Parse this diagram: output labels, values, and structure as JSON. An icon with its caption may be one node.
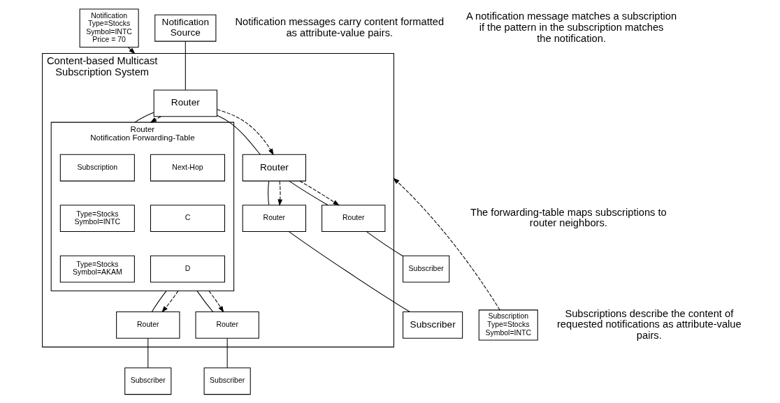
{
  "diagram": {
    "nodes": [
      {
        "text": [
          "Notification Type=Stocks Symbol=INTC Price = 70"
        ]
      },
      {
        "text": [
          "Notification Source"
        ]
      },
      {
        "text": [
          "Content-based Multicast Subscription System"
        ]
      },
      {
        "text": [
          "Router"
        ],
        "in": 2
      },
      {
        "text": [
          "Router"
        ],
        "in": 2
      },
      {
        "text": [
          "Router",
          "Notification Forwarding-Table"
        ],
        "in": 2
      },
      {
        "text": [
          "Subscription"
        ],
        "in": 5
      },
      {
        "text": [
          "Next-Hop"
        ],
        "in": 5
      },
      {
        "text": [
          "Type=Stocks Symbol=INTC"
        ],
        "in": 5
      },
      {
        "text": [
          "C"
        ],
        "in": 5
      },
      {
        "text": [
          "Type=Stocks Symbol=AKAM"
        ],
        "in": 5
      },
      {
        "text": [
          "D"
        ],
        "in": 5
      },
      {
        "text": [
          "Router"
        ],
        "in": 2
      },
      {
        "text": [
          "Router"
        ],
        "in": 2
      },
      {
        "text": [
          "Router"
        ],
        "in": 2
      },
      {
        "text": [
          "Router"
        ],
        "in": 2
      },
      {
        "text": [
          "Subscription Type=Stocks Symbol=INTC"
        ]
      },
      {
        "text": [
          "Subscriber"
        ]
      },
      {
        "text": [
          "Subscriber"
        ]
      },
      {
        "text": [
          "Subscriber"
        ]
      },
      {
        "text": [
          "Subscriber"
        ]
      }
    ],
    "edges": [
      {
        "from": 0,
        "to": 2,
        "arrow": "to",
        "style": "dashed"
      },
      {
        "from": 1,
        "to": 3,
        "arrow": "none"
      },
      {
        "from": 3,
        "to": 4,
        "arrow": "none"
      },
      {
        "from": 3,
        "to": 4,
        "arrow": "to",
        "style": "dashed"
      },
      {
        "from": 3,
        "to": 5,
        "arrow": "none"
      },
      {
        "from": 3,
        "to": 5,
        "arrow": "to",
        "style": "dashed"
      },
      {
        "from": 4,
        "to": 12,
        "arrow": "none"
      },
      {
        "from": 4,
        "to": 12,
        "arrow": "to",
        "style": "dashed"
      },
      {
        "from": 4,
        "to": 13,
        "arrow": "none"
      },
      {
        "from": 4,
        "to": 13,
        "arrow": "to",
        "style": "dashed"
      },
      {
        "from": 5,
        "to": 14,
        "arrow": "none"
      },
      {
        "from": 5,
        "to": 14,
        "arrow": "to",
        "style": "dashed"
      },
      {
        "from": 5,
        "to": 15,
        "arrow": "none"
      },
      {
        "from": 5,
        "to": 15,
        "arrow": "to",
        "style": "dashed"
      },
      {
        "from": 12,
        "to": 17,
        "arrow": "none"
      },
      {
        "from": 13,
        "to": 18,
        "arrow": "none"
      },
      {
        "from": 14,
        "to": 19,
        "arrow": "none"
      },
      {
        "from": 15,
        "to": 20,
        "arrow": "none"
      },
      {
        "from": 16,
        "to": 2,
        "arrow": "to",
        "style": "dashed"
      }
    ],
    "labels": [
      "Notification messages carry content formatted as attribute-value pairs.",
      "A notification message matches a subscription if the pattern in the subscription matches the notification.",
      "The forwarding-table maps subscriptions to router neighbors.",
      "Subscriptions describe the content of requested notifications as attribute-value pairs."
    ]
  }
}
